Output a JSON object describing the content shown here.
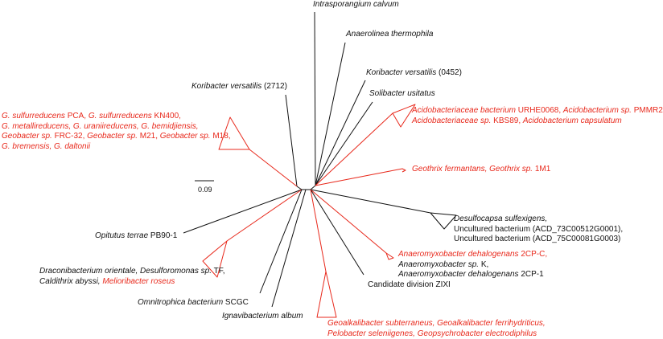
{
  "colors": {
    "highlight": "#e8291c",
    "default": "#111111"
  },
  "scale_bar": {
    "label": "0.09"
  },
  "taxa": {
    "intrasporangium": {
      "p1": "Intrasporangium calvum"
    },
    "anaerolinea": {
      "p1": "Anaerolinea thermophila"
    },
    "koribacter_0452": {
      "p1": "Koribacter versatilis",
      "p2": " (0452)"
    },
    "solibacter": {
      "p1": "Solibacter usitatus"
    },
    "koribacter_2712": {
      "p1": "Koribacter versatilis",
      "p2": " (2712)"
    },
    "acidobacteriaceae": {
      "l1p1": "Acidobacteriaceae bacterium",
      "l1p2": " URHE0068, ",
      "l1p3": "Acidobacterium sp.",
      "l1p4": " PMMR2",
      "l2p1": "Acidobacteriaceae sp.",
      "l2p2": " KBS89, ",
      "l2p3": "Acidobacterium capsulatum"
    },
    "geobacter": {
      "l1p1": "G. sulfurreducens",
      "l1p2": " PCA, ",
      "l1p3": "G. sulfurreducens",
      "l1p4": " KN400,",
      "l2p1": "G. metallireducens, G. uraniireducens, G. bemidjiensis,",
      "l3p1": "Geobacter sp.",
      "l3p2": " FRC-32, ",
      "l3p3": "Geobacter sp.",
      "l3p4": " M21, ",
      "l3p5": "Geobacter sp.",
      "l3p6": " M18,",
      "l4p1": "G. bremensis, G. daltonii"
    },
    "geothrix": {
      "p1": "Geothrix fermantans, Geothrix sp.",
      "p2": " 1M1"
    },
    "desulfocapsa": {
      "l1p1": "Desulfocapsa sulfexigens,",
      "l2p1": "Uncultured bacterium (ACD_73C00512G0001),",
      "l3p1": "Uncultured bacterium (ACD_75C00081G0003)"
    },
    "opitutus": {
      "p1": "Opitutus terrae",
      "p2": " PB90-1"
    },
    "anaeromyxobacter": {
      "l1p1": "Anaeromyxobacter dehalogenans",
      "l1p2": " 2CP-C,",
      "l2p1": "Anaeromyxobacter",
      "l2p2": " sp.",
      "l2p3": " K,",
      "l3p1": "Anaeromyxobacter dehalogenans",
      "l3p2": " 2CP-1"
    },
    "draconibacterium": {
      "l1p1": "Draconibacterium orientale, Desulforomonas sp.",
      "l1p2": " TF,",
      "l2p1": "Caldithrix abyssi,",
      "l2p2": " Melioribacter roseus"
    },
    "zixi": {
      "p1": "Candidate division ZIXI"
    },
    "omnitrophica": {
      "p1": "Omnitrophica bacterium",
      "p2": " SCGC"
    },
    "ignavibacterium": {
      "p1": "Ignavibacterium album"
    },
    "geoalkalibacter": {
      "l1p1": "Geoalkalibacter subterraneus, Geoalkalibacter ferrihydriticus,",
      "l2p1": "Pelobacter seleniigenes, Geopsychrobacter electrodiphilus"
    }
  }
}
